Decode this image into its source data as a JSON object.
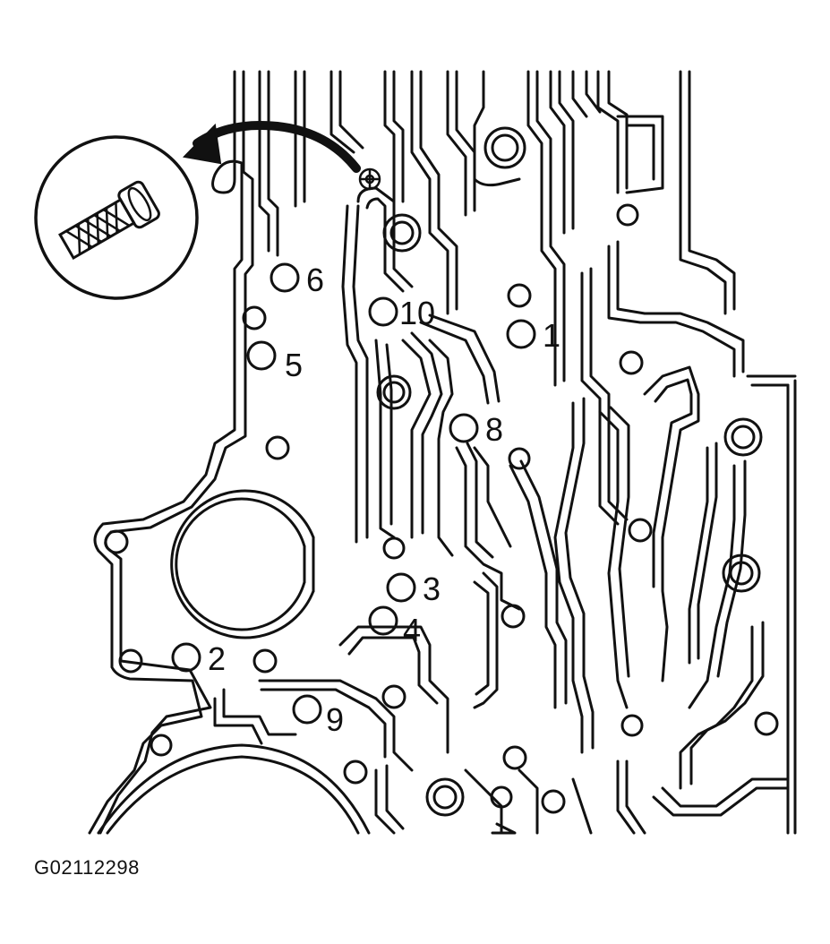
{
  "figure_code": "G02112298",
  "bolt_labels": [
    "1",
    "2",
    "3",
    "4",
    "5",
    "6",
    "8",
    "9",
    "10"
  ],
  "icons": {
    "bolt_callout": "bolt-icon",
    "arrow": "curved-arrow-icon",
    "locator": "crosshair-locator-icon"
  },
  "colors": {
    "line": "#111111",
    "background": "#ffffff"
  }
}
